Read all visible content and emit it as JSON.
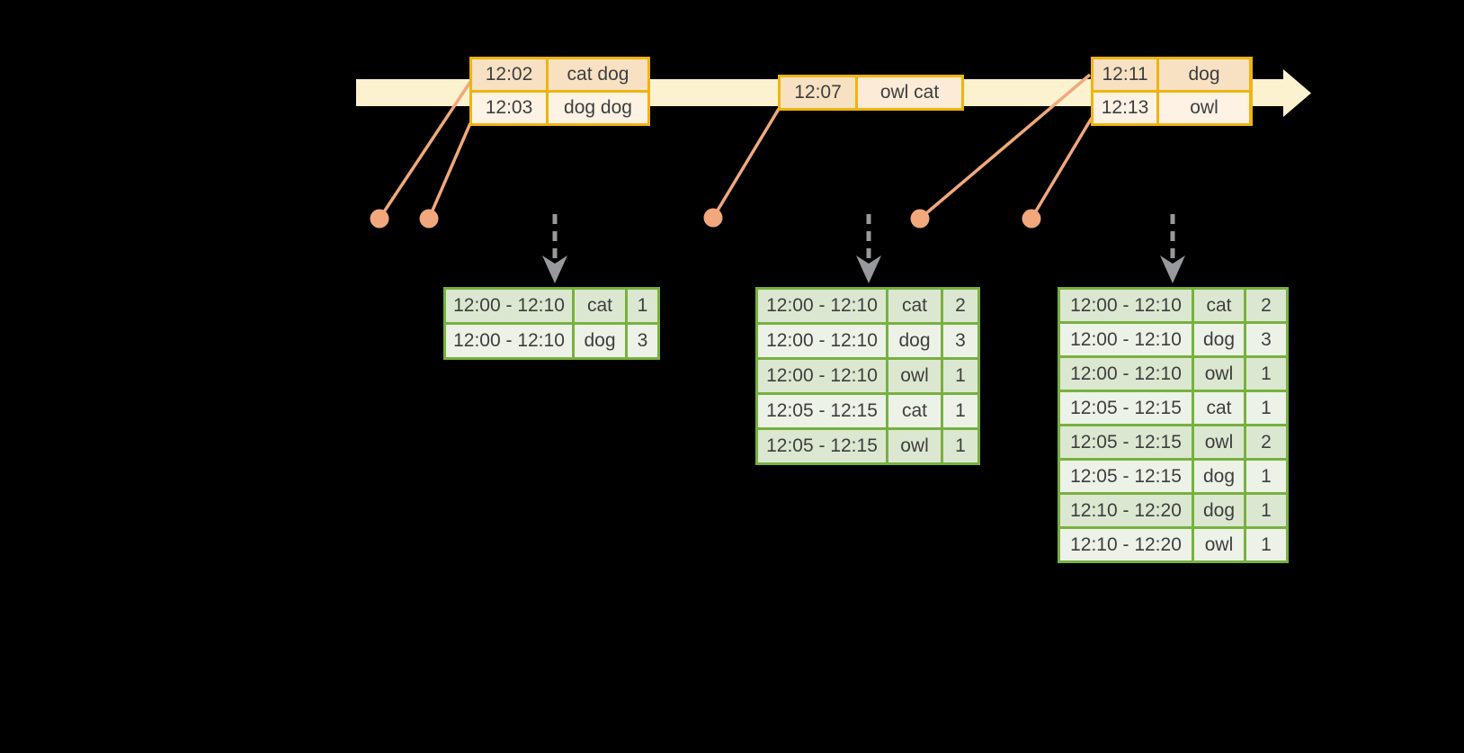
{
  "colors": {
    "background": "#000000",
    "band": "#FCF2CF",
    "gold": "#F0B310",
    "peachDark": "#F8E1C3",
    "peachMid": "#FBEBD7",
    "peachLight": "#FDF2E4",
    "accentOrange": "#F0A87C",
    "arrowGray": "#97999B",
    "green": "#77B13F",
    "greenDark": "#DCE7D1",
    "greenLight": "#EDF2E8",
    "text": "#3E3E3E"
  },
  "timeline": {
    "events": [
      {
        "rows": [
          {
            "time": "12:02",
            "words": "cat dog"
          },
          {
            "time": "12:03",
            "words": "dog dog"
          }
        ]
      },
      {
        "rows": [
          {
            "time": "12:07",
            "words": "owl cat"
          }
        ]
      },
      {
        "rows": [
          {
            "time": "12:11",
            "words": "dog"
          },
          {
            "time": "12:13",
            "words": "owl"
          }
        ]
      }
    ]
  },
  "result_tables": [
    {
      "rows": [
        [
          "12:00 - 12:10",
          "cat",
          "1"
        ],
        [
          "12:00 - 12:10",
          "dog",
          "3"
        ]
      ]
    },
    {
      "rows": [
        [
          "12:00 - 12:10",
          "cat",
          "2"
        ],
        [
          "12:00 - 12:10",
          "dog",
          "3"
        ],
        [
          "12:00 - 12:10",
          "owl",
          "1"
        ],
        [
          "12:05 - 12:15",
          "cat",
          "1"
        ],
        [
          "12:05 - 12:15",
          "owl",
          "1"
        ]
      ]
    },
    {
      "rows": [
        [
          "12:00 - 12:10",
          "cat",
          "2"
        ],
        [
          "12:00 - 12:10",
          "dog",
          "3"
        ],
        [
          "12:00 - 12:10",
          "owl",
          "1"
        ],
        [
          "12:05 - 12:15",
          "cat",
          "1"
        ],
        [
          "12:05 - 12:15",
          "owl",
          "2"
        ],
        [
          "12:05 - 12:15",
          "dog",
          "1"
        ],
        [
          "12:10 - 12:20",
          "dog",
          "1"
        ],
        [
          "12:10 - 12:20",
          "owl",
          "1"
        ]
      ]
    }
  ]
}
